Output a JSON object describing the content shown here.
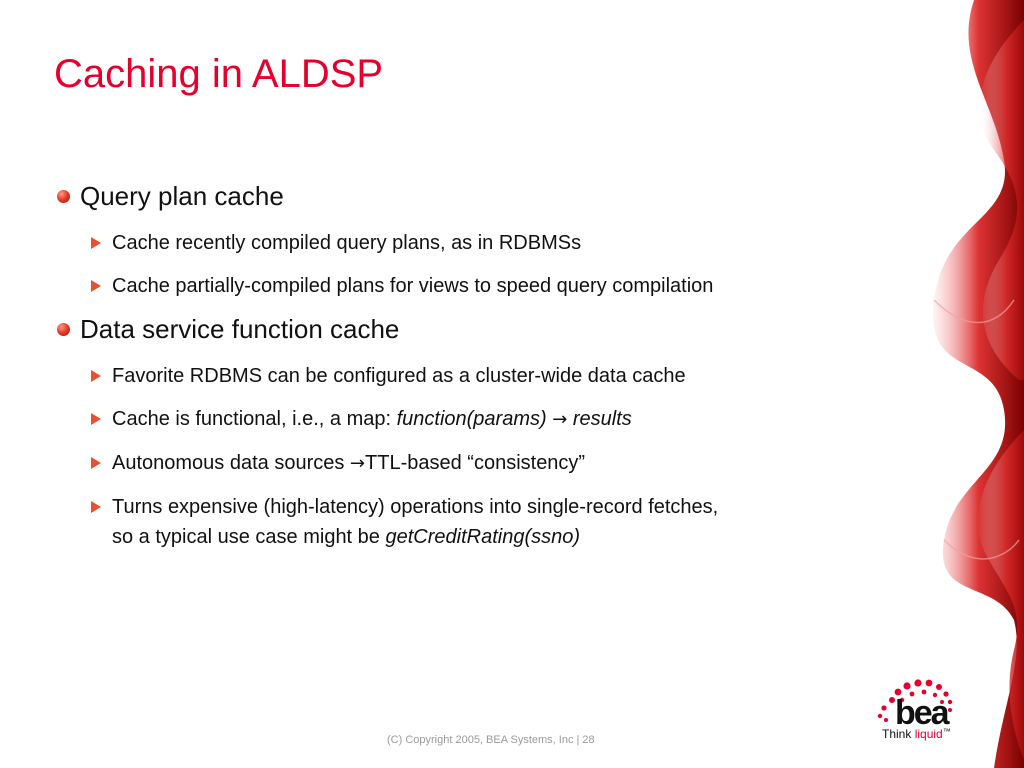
{
  "slide": {
    "title": "Caching in ALDSP",
    "sections": [
      {
        "heading": "Query plan cache",
        "items": [
          "Cache recently compiled query plans, as in RDBMSs",
          "Cache partially-compiled plans for views to speed query compilation"
        ]
      },
      {
        "heading": "Data service function cache",
        "items": [
          "Favorite RDBMS can be configured as a cluster-wide data cache"
        ]
      }
    ],
    "functional_item": {
      "prefix": "Cache is functional, i.e., a map: ",
      "function_text": "function(params)",
      "arrow": "→",
      "result_text": "results"
    },
    "autonomous_item": {
      "prefix": "Autonomous data sources ",
      "arrow": "→",
      "suffix": "TTL-based “consistency”"
    },
    "turns_item": {
      "line1": "Turns expensive (high-latency) operations into single-record fetches,",
      "line2_prefix": "so a typical use case might be ",
      "line2_italic": "getCreditRating(ssno)"
    },
    "footer": "(C) Copyright 2005, BEA Systems, Inc   |   28",
    "logo": {
      "word": "bea",
      "tag_think": "Think ",
      "tag_liquid": "liquid",
      "tag_mark": "™"
    },
    "colors": {
      "title": "#e4002b",
      "bullet": "#e8402b",
      "arrow": "#e8502e"
    }
  }
}
